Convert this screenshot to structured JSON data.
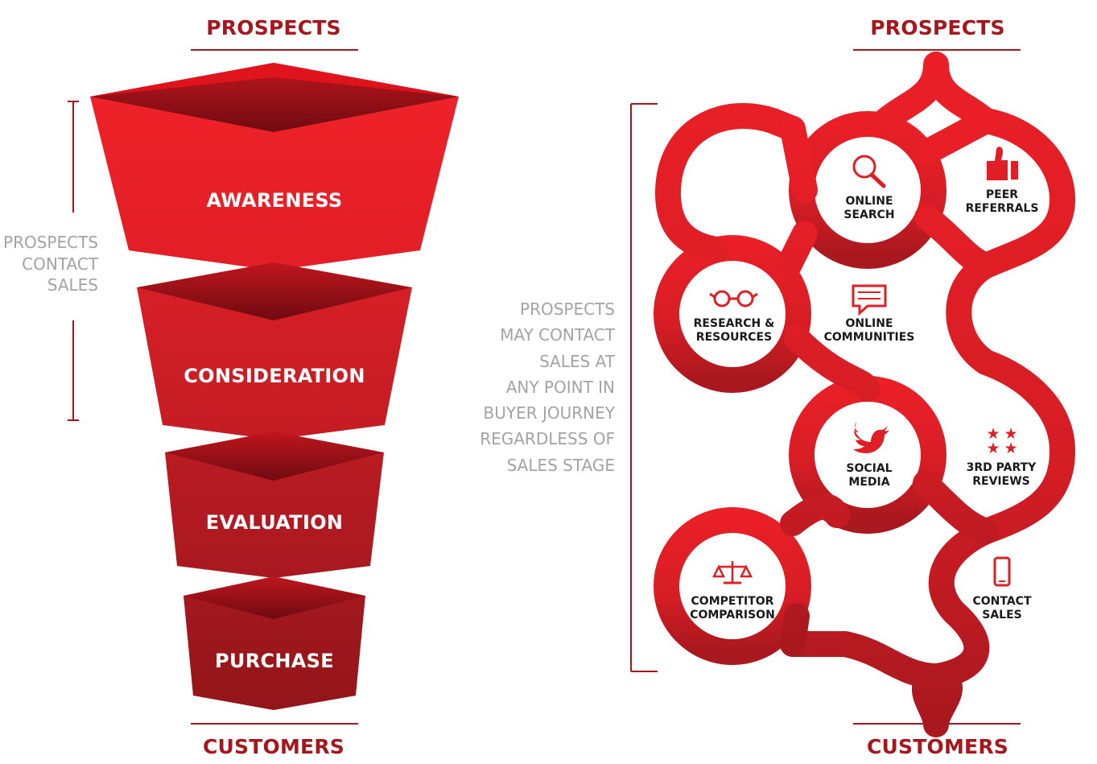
{
  "funnel": {
    "top_label": "PROSPECTS",
    "bottom_label": "CUSTOMERS",
    "side_note": [
      "PROSPECTS",
      "CONTACT",
      "SALES"
    ],
    "stages": [
      {
        "label": "AWARENESS"
      },
      {
        "label": "CONSIDERATION"
      },
      {
        "label": "EVALUATION"
      },
      {
        "label": "PURCHASE"
      }
    ]
  },
  "middle_note": [
    "PROSPECTS",
    "MAY CONTACT",
    "SALES AT",
    "ANY POINT IN",
    "BUYER JOURNEY",
    "REGARDLESS OF",
    "SALES STAGE"
  ],
  "journey": {
    "top_label": "PROSPECTS",
    "bottom_label": "CUSTOMERS",
    "nodes": [
      {
        "icon": "magnifier-icon",
        "lines": [
          "ONLINE",
          "SEARCH"
        ]
      },
      {
        "icon": "thumbs-up-icon",
        "lines": [
          "PEER",
          "REFERRALS"
        ]
      },
      {
        "icon": "glasses-icon",
        "lines": [
          "RESEARCH &",
          "RESOURCES"
        ]
      },
      {
        "icon": "chat-bubble-icon",
        "lines": [
          "ONLINE",
          "COMMUNITIES"
        ]
      },
      {
        "icon": "bird-icon",
        "lines": [
          "SOCIAL",
          "MEDIA"
        ]
      },
      {
        "icon": "stars-icon",
        "lines": [
          "3RD PARTY",
          "REVIEWS"
        ]
      },
      {
        "icon": "scales-icon",
        "lines": [
          "COMPETITOR",
          "COMPARISON"
        ]
      },
      {
        "icon": "phone-icon",
        "lines": [
          "CONTACT",
          "SALES"
        ]
      }
    ]
  },
  "colors": {
    "brand_red": "#e01e26",
    "dark_red": "#a6161d",
    "note_gray": "#a3a3a3",
    "label_dark": "#1a1a1a"
  }
}
